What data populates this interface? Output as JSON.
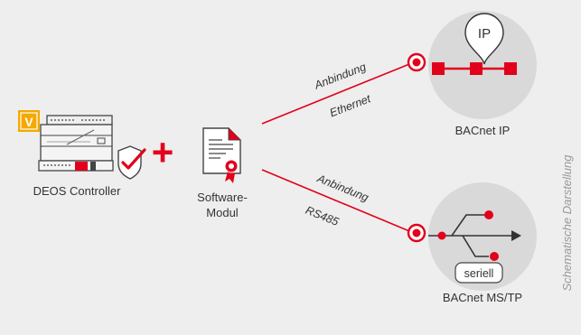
{
  "nodes": {
    "controller": {
      "label": "DEOS Controller",
      "badge": "V"
    },
    "software": {
      "line1": "Software-",
      "line2": "Modul"
    },
    "bacnet_ip": {
      "label": "BACnet IP",
      "badge": "IP"
    },
    "bacnet_mstp": {
      "label": "BACnet MS/TP",
      "badge": "seriell"
    }
  },
  "connections": {
    "top": {
      "upper": "Anbindung",
      "lower": "Ethernet"
    },
    "bottom": {
      "upper": "Anbindung",
      "lower": "RS485"
    }
  },
  "operator": "+",
  "side_note": "Schematische Darstellung",
  "colors": {
    "accent": "#e2001a",
    "badge_yellow": "#f5a800",
    "background": "#eeeeee",
    "circle": "#d9d9d9"
  },
  "icons": [
    "shield-check-icon",
    "document-certificate-icon",
    "location-pin-icon",
    "usb-icon"
  ]
}
